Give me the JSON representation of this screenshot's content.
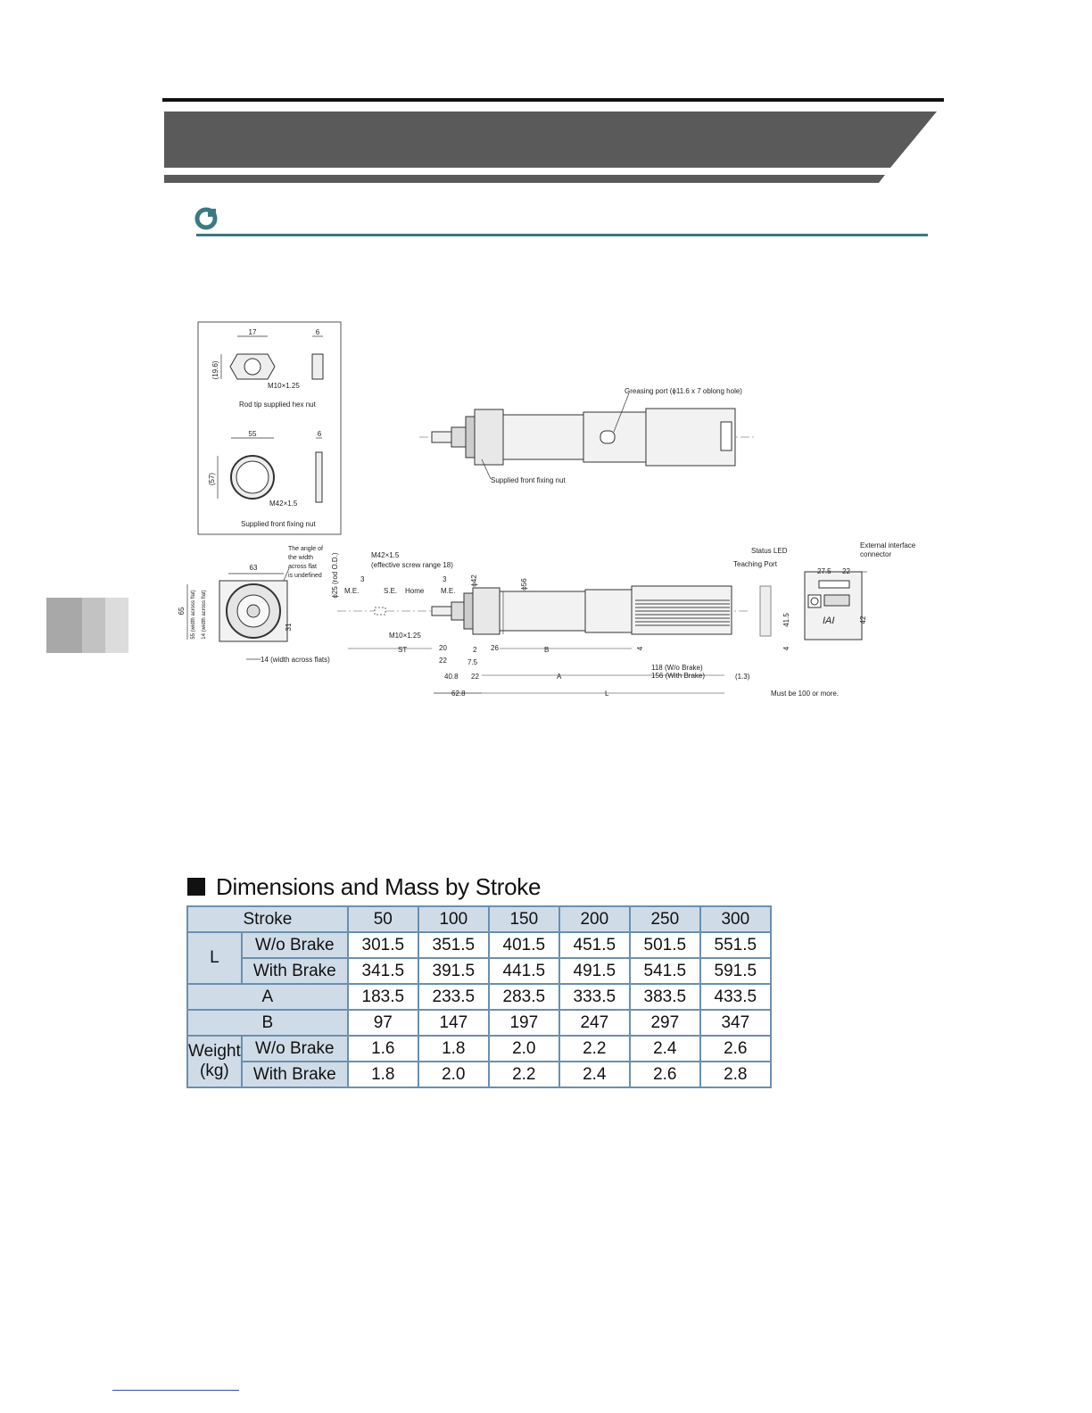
{
  "drawing": {
    "hex_nut": {
      "dim_width": "17",
      "dim_thick": "6",
      "dim_height": "(19.6)",
      "thread": "M10×1.25",
      "caption": "Rod tip supplied hex nut"
    },
    "front_nut": {
      "dim_width": "55",
      "dim_thick": "6",
      "dim_height": "(57)",
      "thread": "M42×1.5",
      "caption": "Supplied front fixing nut"
    },
    "top_view": {
      "greasing_port": "Greasing port (ϕ11.6 x 7 oblong hole)",
      "fixing_nut": "Supplied front fixing nut"
    },
    "end_view": {
      "dim_width": "63",
      "dim_height": "65",
      "flats_55": "55 (width across flat)",
      "flats_14_side": "14 (width across flat)",
      "dim_31": "31",
      "flats_14": "14 (width across flats)",
      "angle_note_1": "The angle of",
      "angle_note_2": "the width",
      "angle_note_3": "across flat",
      "angle_note_4": "is undefined"
    },
    "side_view": {
      "thread_main": "M42×1.5",
      "screw_range": "(effective screw range 18)",
      "rod_od": "ϕ25 (rod O.D.)",
      "dia42": "ϕ42",
      "dia56": "ϕ56",
      "me_left": "M.E.",
      "se": "S.E.",
      "home": "Home",
      "me_right": "M.E.",
      "three_a": "3",
      "three_b": "3",
      "rod_thread": "M10×1.25",
      "st": "ST",
      "d20": "20",
      "d22a": "22",
      "d2": "2",
      "d26": "26",
      "b": "B",
      "d4": "4",
      "d75": "7.5",
      "d408": "40.8",
      "d22b": "22",
      "a": "A",
      "brake_wo": "118 (W/o Brake)",
      "brake_with": "156 (With Brake)",
      "d13": "(1.3)",
      "d628": "62.8",
      "l": "L",
      "clearance": "Must be 100 or more."
    },
    "connector_view": {
      "status_led": "Status LED",
      "teaching_port": "Teaching Port",
      "ext_if_1": "External interface",
      "ext_if_2": "connector",
      "d275": "27.5",
      "d22": "22",
      "d415": "41.5",
      "d42": "42",
      "d4": "4",
      "logo": "IAI"
    }
  },
  "table": {
    "heading": "Dimensions and Mass by Stroke",
    "stroke_label": "Stroke",
    "strokes": [
      "50",
      "100",
      "150",
      "200",
      "250",
      "300"
    ],
    "L": {
      "label": "L",
      "wo_label": "W/o Brake",
      "with_label": "With Brake",
      "wo": [
        "301.5",
        "351.5",
        "401.5",
        "451.5",
        "501.5",
        "551.5"
      ],
      "with": [
        "341.5",
        "391.5",
        "441.5",
        "491.5",
        "541.5",
        "591.5"
      ]
    },
    "A": {
      "label": "A",
      "values": [
        "183.5",
        "233.5",
        "283.5",
        "333.5",
        "383.5",
        "433.5"
      ]
    },
    "B": {
      "label": "B",
      "values": [
        "97",
        "147",
        "197",
        "247",
        "297",
        "347"
      ]
    },
    "weight": {
      "label_1": "Weight",
      "label_2": "(kg)",
      "wo_label": "W/o Brake",
      "with_label": "With Brake",
      "wo": [
        "1.6",
        "1.8",
        "2.0",
        "2.2",
        "2.4",
        "2.6"
      ],
      "with": [
        "1.8",
        "2.0",
        "2.2",
        "2.4",
        "2.6",
        "2.8"
      ]
    }
  },
  "colors": {
    "banner": "#5a5a5a",
    "accent": "#3a7a80",
    "table_header": "#cfdce8",
    "table_border": "#6a8fb0"
  }
}
